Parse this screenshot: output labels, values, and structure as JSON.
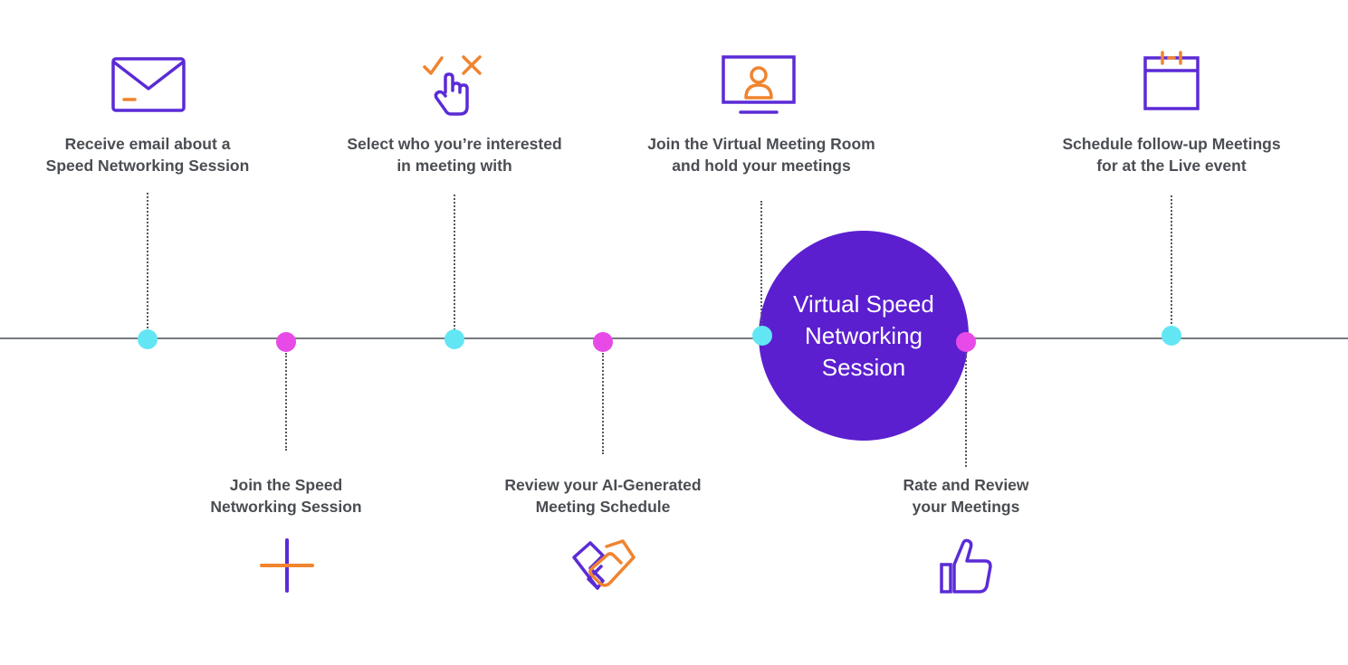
{
  "colors": {
    "purple": "#5b1fcf",
    "icon_purple": "#5b2bd6",
    "orange": "#f0842f",
    "cyan": "#63e6f4",
    "magenta": "#e84ae8",
    "line": "#777a80",
    "text": "#4a4d52"
  },
  "hub": {
    "label": "Virtual Speed\nNetworking\nSession"
  },
  "steps": [
    {
      "label": "Receive email about a\nSpeed Networking Session",
      "icon": "envelope-icon"
    },
    {
      "label": "Join the Speed\nNetworking Session",
      "icon": "plus-cross-icon"
    },
    {
      "label": "Select who you’re interested\nin meeting with",
      "icon": "tap-select-icon"
    },
    {
      "label": "Review your AI-Generated\nMeeting Schedule",
      "icon": "handshake-icon"
    },
    {
      "label": "Join the Virtual Meeting Room\nand hold your meetings",
      "icon": "video-monitor-icon"
    },
    {
      "label": "Rate and Review\nyour Meetings",
      "icon": "thumbs-up-icon"
    },
    {
      "label": "Schedule follow-up Meetings\nfor at the Live event",
      "icon": "calendar-icon"
    }
  ]
}
